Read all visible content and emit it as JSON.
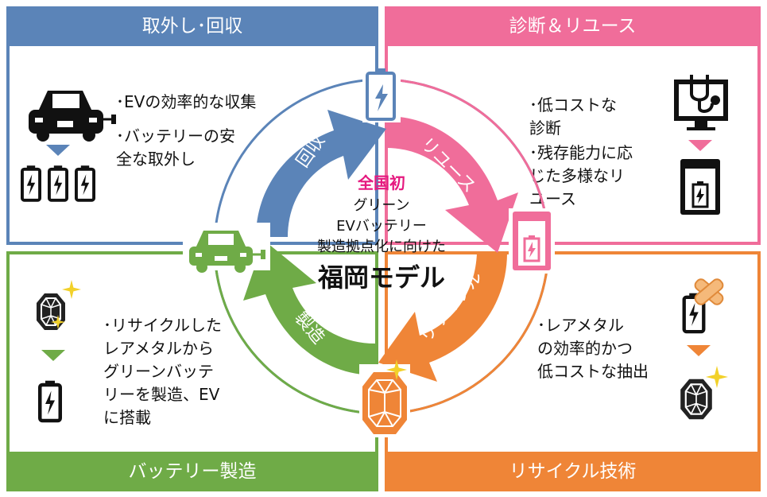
{
  "panels": {
    "collect": {
      "title": "取外し･回収",
      "bullet1": "･EVの効率的な収集",
      "bullet2": "･バッテリーの安\n全な取外し"
    },
    "reuse": {
      "title": "診断＆リユース",
      "bullet1": "･低コストな\n診断",
      "bullet2": "･残存能力に応\nじた多様なリ\nユース"
    },
    "manufacture": {
      "title": "バッテリー製造",
      "bullet1": "･リサイクルした\nレアメタルから\nグリーンバッテ\nリーを製造、EV\nに搭載"
    },
    "recycle": {
      "title": "リサイクル技術",
      "bullet1": "･レアメタル\nの効率的かつ\n低コストな抽出"
    }
  },
  "center": {
    "highlight": "全国初",
    "line1": "グリーン",
    "line2": "EVバッテリー",
    "line3": "製造拠点化に向けた",
    "model": "福岡モデル"
  },
  "arrows": {
    "collect": "回収",
    "reuse": "リユース",
    "recycle": "リサイクル",
    "manufacture": "製造"
  },
  "colors": {
    "blue": "#5b84b8",
    "pink": "#f06d9a",
    "green": "#6fab47",
    "orange": "#ef8537",
    "highlight": "#e5197f"
  },
  "icons": [
    "car-icon",
    "battery-icon",
    "diagnosis-monitor-icon",
    "charging-station-icon",
    "gem-icon",
    "sparkle-icon",
    "bandage-battery-icon"
  ]
}
